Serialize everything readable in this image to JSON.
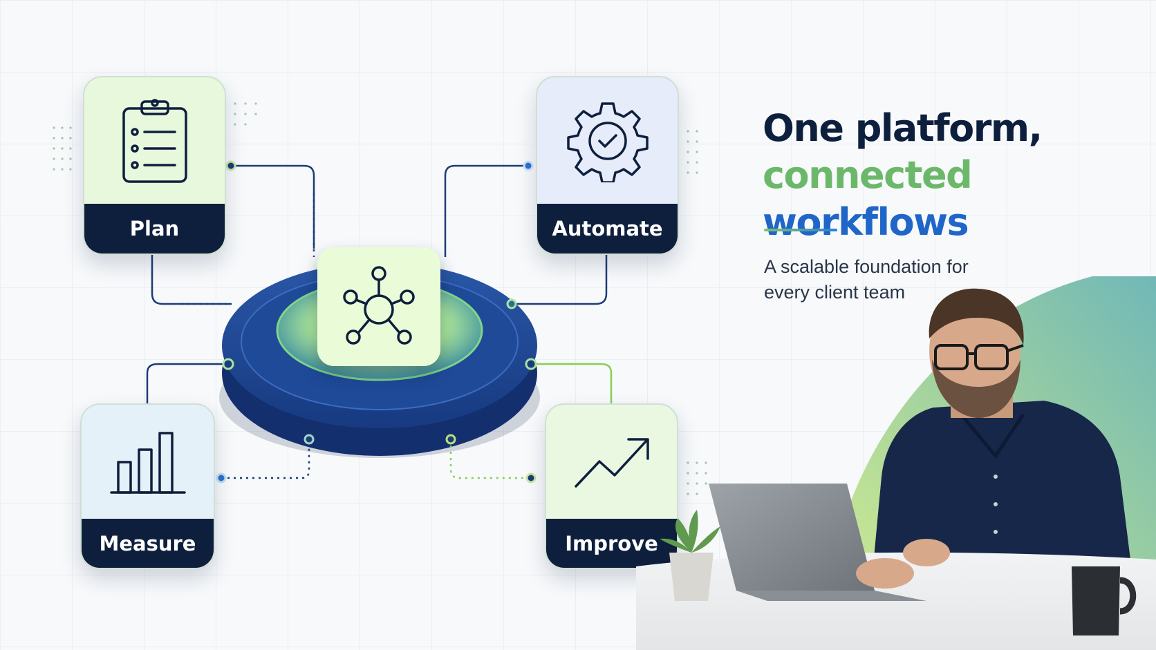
{
  "headline": {
    "line1": "One platform,",
    "line2_part1": "connected",
    "line2_part2": "workflows"
  },
  "subtitle": "A scalable foundation for every client team",
  "cards": [
    {
      "label": "Plan",
      "icon": "clipboard-checklist-icon"
    },
    {
      "label": "Automate",
      "icon": "gear-check-icon"
    },
    {
      "label": "Measure",
      "icon": "bar-chart-icon"
    },
    {
      "label": "Improve",
      "icon": "trend-up-arrow-icon"
    }
  ],
  "hub": {
    "icon": "network-hub-icon"
  },
  "colors": {
    "navy": "#0e1f3d",
    "green": "#6cb86a",
    "blue": "#1f66c8",
    "platform_blue": "#1f3f86",
    "tile_green": "#eafbd7"
  }
}
